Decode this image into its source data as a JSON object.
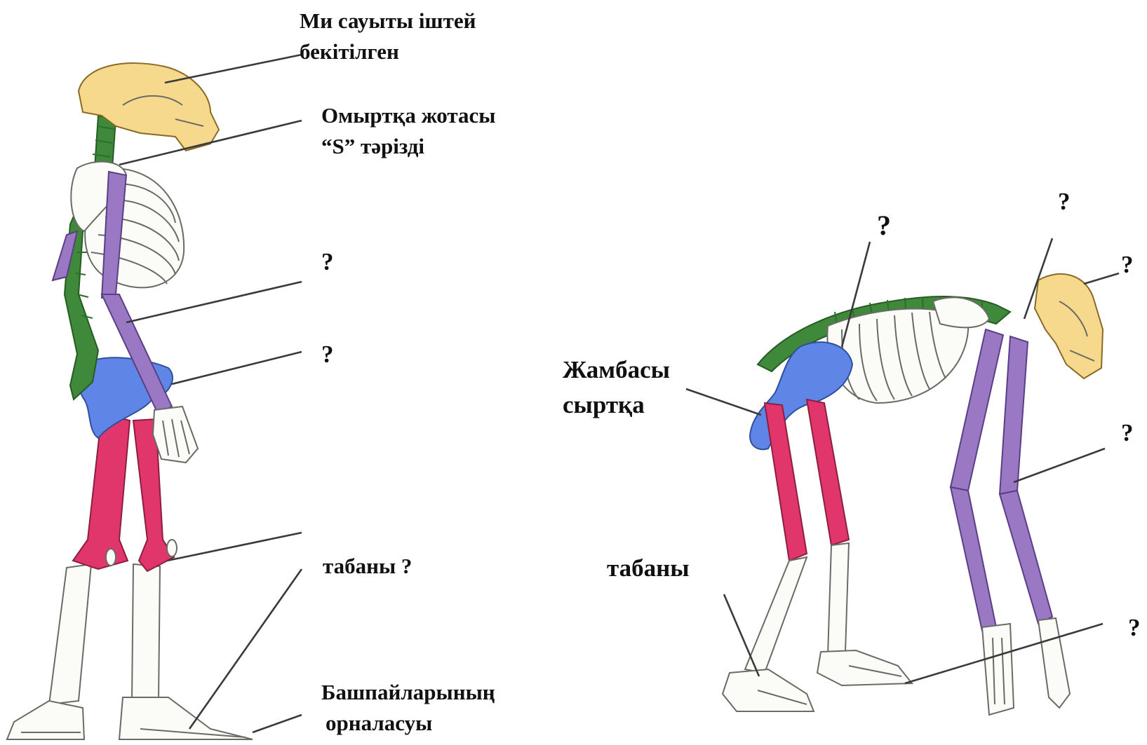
{
  "colors": {
    "skull": "#f6d98c",
    "spine": "#3f8a3a",
    "pelvis": "#5f86e6",
    "femur": "#e0366c",
    "arm": "#9a78c4",
    "bone": "#fbfbf7",
    "text": "#111111"
  },
  "human": {
    "skull_label": {
      "line1": "Ми сауыты іштей",
      "line2": "бекітілген"
    },
    "spine_label": {
      "line1": "Омыртқа жотасы",
      "line2": "“S” тәрізді"
    },
    "q1": "?",
    "q2": "?",
    "foot_label": "табаны ?",
    "toes_label": {
      "line1": "Башпайларының",
      "line2": "орналасуы"
    }
  },
  "ape": {
    "pelvis_label": {
      "line1": "Жамбасы",
      "line2": "сыртқа"
    },
    "foot_label": "табаны",
    "q_back": "?",
    "q_neck": "?",
    "q_skull": "?",
    "q_arm": "?",
    "q_hand": "?"
  }
}
